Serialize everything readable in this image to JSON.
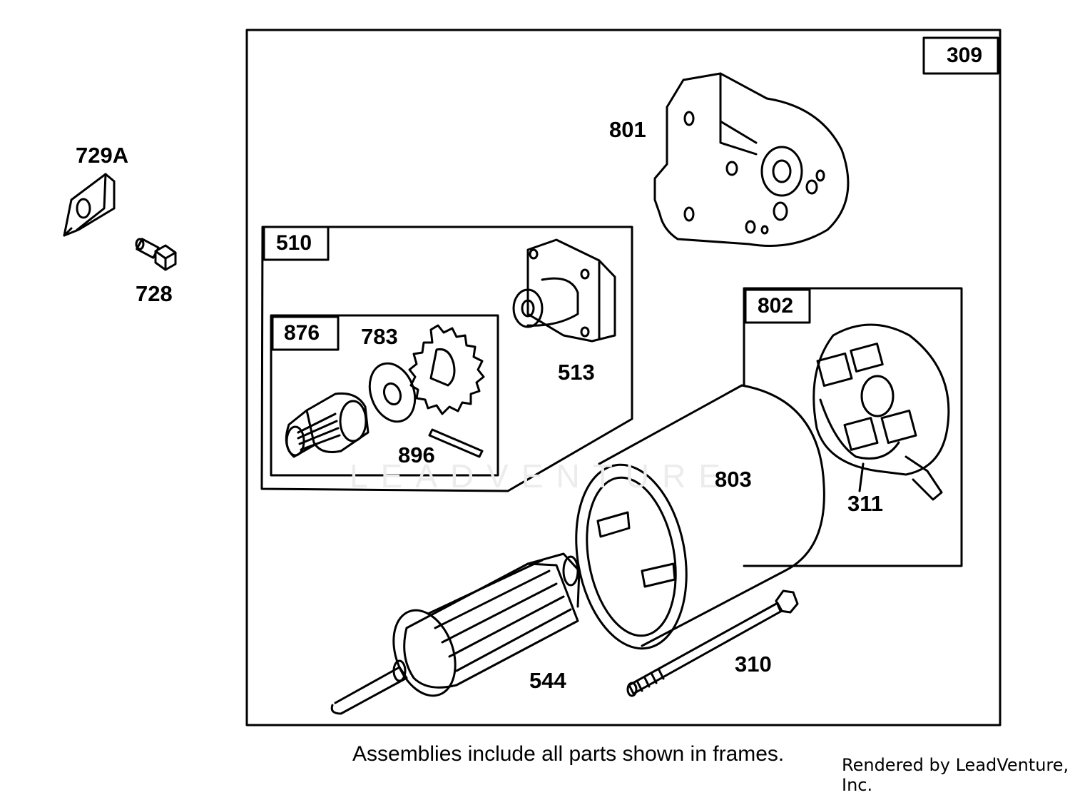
{
  "frames": {
    "outer": "309",
    "solenoid_drive": "510",
    "drive_kit": "876",
    "brush_end": "802"
  },
  "parts": {
    "p729a": "729A",
    "p728": "728",
    "p801": "801",
    "p513": "513",
    "p783": "783",
    "p896": "896",
    "p803": "803",
    "p311": "311",
    "p544": "544",
    "p310": "310"
  },
  "footer": {
    "note": "Assemblies include all parts shown in frames.",
    "rendered_by": "Rendered by LeadVenture, Inc."
  },
  "watermark": "LEADVENTURE"
}
